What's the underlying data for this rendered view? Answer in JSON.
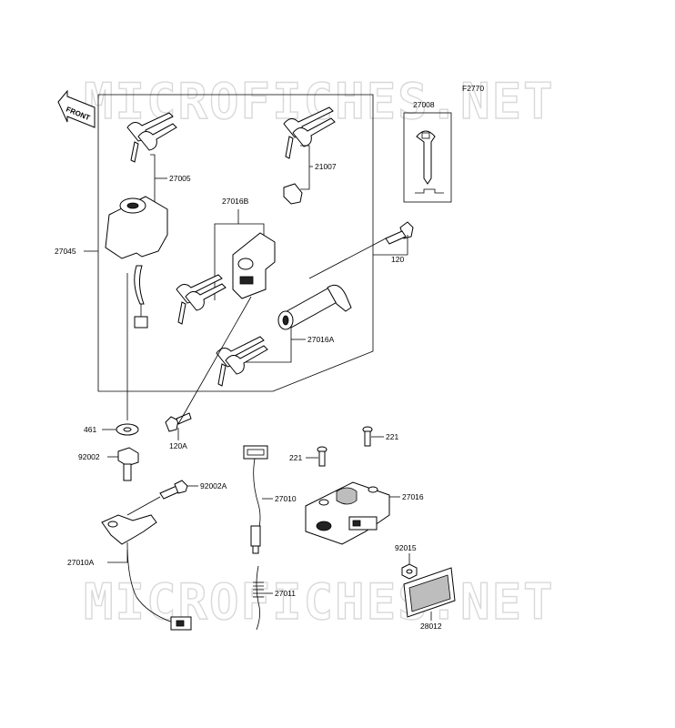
{
  "watermark": "MICROFICHES.NET",
  "figure_code": "F2770",
  "front_label": "FRONT",
  "parts": {
    "p27008": "27008",
    "p27005": "27005",
    "p21007": "21007",
    "p27016B": "27016B",
    "p27045": "27045",
    "p120": "120",
    "p27016A": "27016A",
    "p461": "461",
    "p120A": "120A",
    "p92002": "92002",
    "p221a": "221",
    "p221b": "221",
    "p92002A": "92002A",
    "p27010": "27010",
    "p27016": "27016",
    "p27010A": "27010A",
    "p92015": "92015",
    "p27011": "27011",
    "p28012": "28012"
  }
}
